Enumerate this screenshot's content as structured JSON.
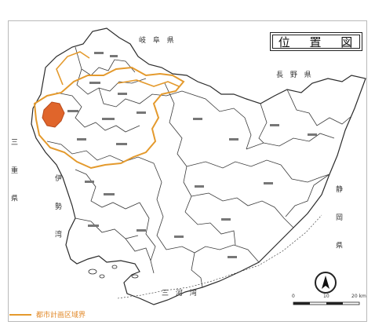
{
  "title": "位 置 図",
  "legend": {
    "label": "都市計画区域界",
    "color": "#e49a2d"
  },
  "colors": {
    "boundary": "#e49a2d",
    "highlight": "#e0652b",
    "line": "#2b2b2b"
  },
  "regions": {
    "gifu": "岐 阜 県",
    "nagano": "長 野 県",
    "shizuoka": "静 岡 県",
    "mie": "三 重 県",
    "ise_bay": "伊 勢 湾",
    "mikawa_bay": "三 河 湾"
  },
  "scale_labels": [
    "0",
    "10",
    "20 km"
  ],
  "icons": {
    "north": "north-arrow-icon"
  }
}
